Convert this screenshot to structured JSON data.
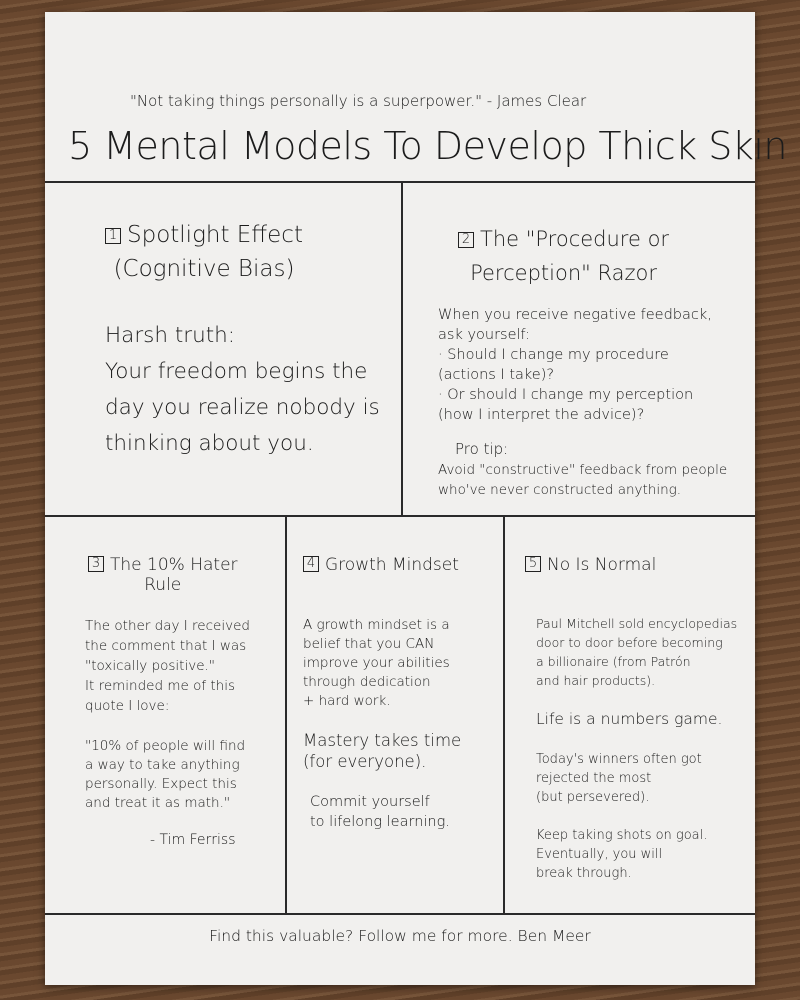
{
  "header": {
    "quote": "\"Not taking things personally is a superpower.\"  - James Clear",
    "title": "5 Mental Models To Develop Thick Skin"
  },
  "models": [
    {
      "number": "1",
      "title": "Spotlight Effect\n(Cognitive Bias)",
      "body": "Harsh truth:\nYour freedom begins the\nday you realize nobody is\nthinking about you."
    },
    {
      "number": "2",
      "title": "The \"Procedure or\nPerception\" Razor",
      "body": "When you receive negative feedback,\nask yourself:\n· Should I change my procedure\n(actions I take)?\n· Or should I change my perception\n(how I interpret the advice)?",
      "tip_label": "Pro tip:",
      "tip": "Avoid \"constructive\" feedback from people\nwho've never constructed anything."
    },
    {
      "number": "3",
      "title": "The 10% Hater\nRule",
      "body": "The other day I received\nthe comment that I was\n\"toxically positive.\"\nIt reminded me of this\nquote I love:",
      "quote": "\"10% of people will find\na way to take anything\npersonally. Expect this\nand treat it as math.\"",
      "attribution": "- Tim Ferriss"
    },
    {
      "number": "4",
      "title": "Growth Mindset",
      "body": "A growth mindset is a\nbelief that you CAN\nimprove your abilities\nthrough dedication\n+ hard work.",
      "highlight": "Mastery takes time\n(for everyone).",
      "closing": "Commit yourself\nto lifelong learning."
    },
    {
      "number": "5",
      "title": "No Is Normal",
      "body": "Paul Mitchell sold encyclopedias\ndoor to door before becoming\na billionaire (from Patrón\nand hair products).",
      "highlight": "Life is a numbers game.",
      "middle": "Today's winners often got\nrejected the most\n(but persevered).",
      "closing": "Keep taking shots on goal.\nEventually, you will\nbreak through."
    }
  ],
  "footer": "Find this valuable? Follow me for more. Ben Meer"
}
